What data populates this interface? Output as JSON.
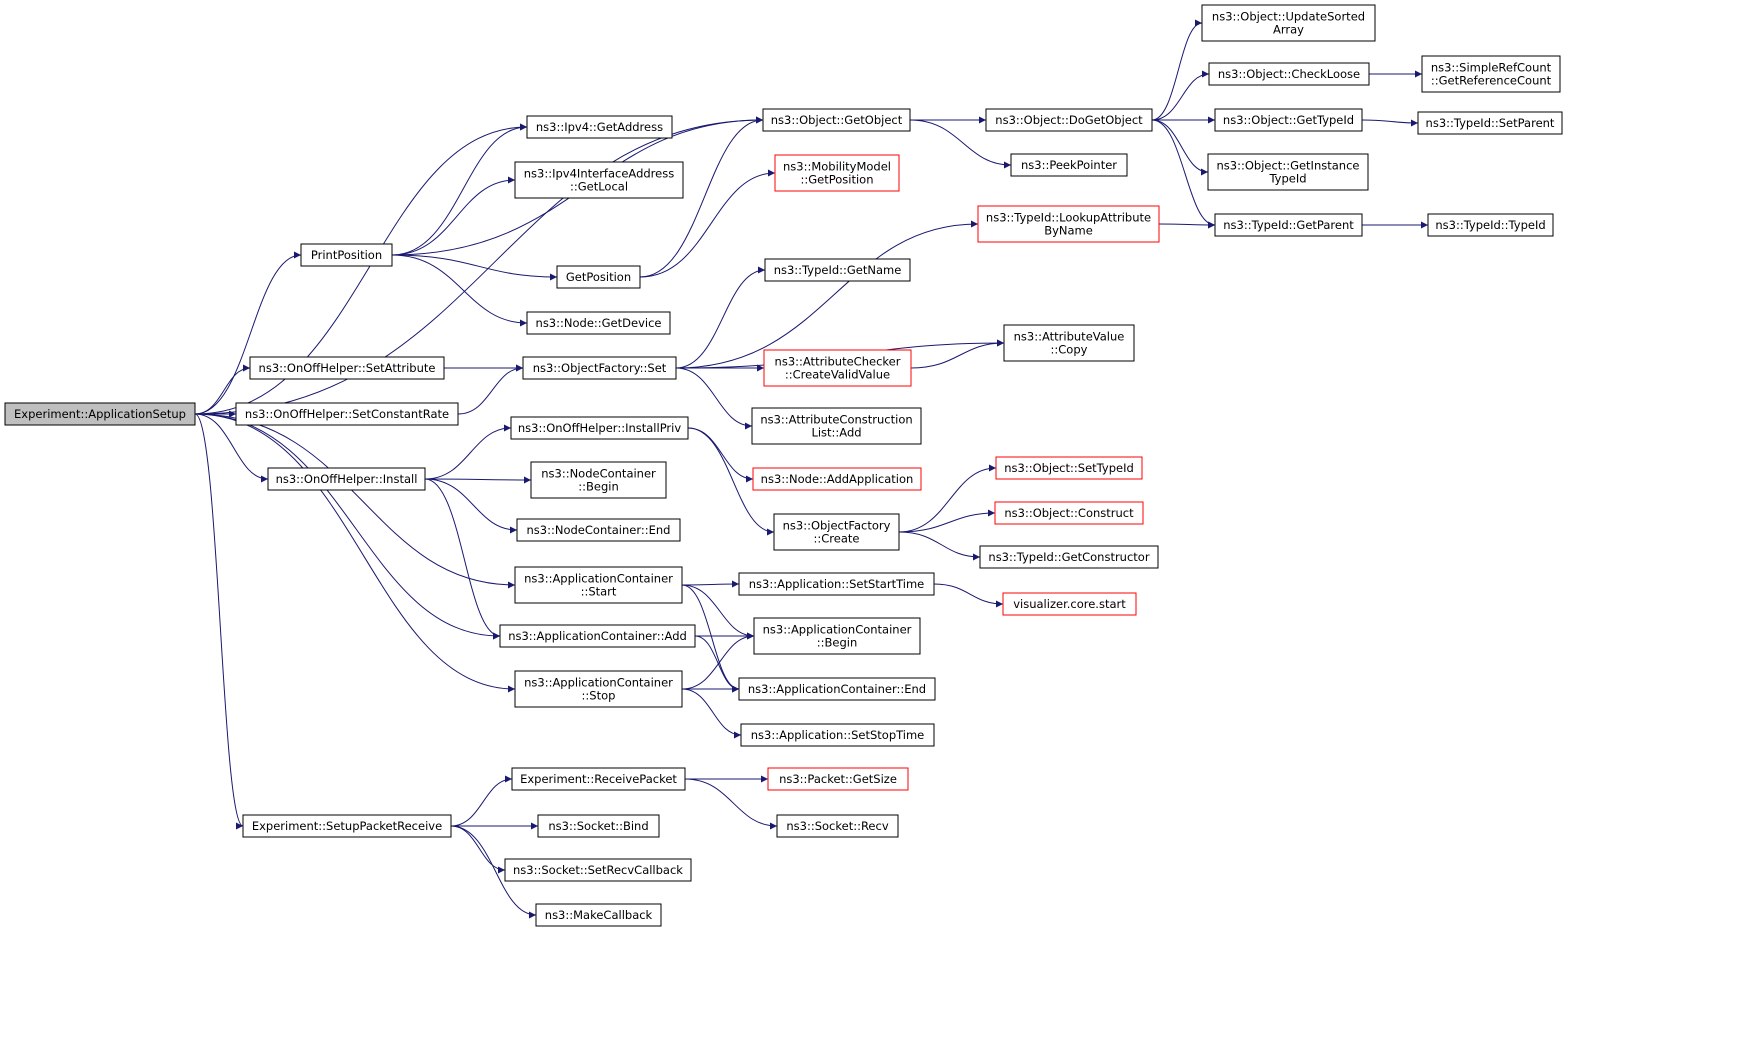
{
  "graph": {
    "nodes": [
      {
        "id": "root",
        "lines": [
          "Experiment::ApplicationSetup"
        ],
        "style": "root"
      },
      {
        "id": "printpos",
        "lines": [
          "PrintPosition"
        ],
        "style": "normal"
      },
      {
        "id": "onoff_setattr",
        "lines": [
          "ns3::OnOffHelper::SetAttribute"
        ],
        "style": "normal"
      },
      {
        "id": "onoff_setconst",
        "lines": [
          "ns3::OnOffHelper::SetConstantRate"
        ],
        "style": "normal"
      },
      {
        "id": "onoff_install",
        "lines": [
          "ns3::OnOffHelper::Install"
        ],
        "style": "normal"
      },
      {
        "id": "setup_recv",
        "lines": [
          "Experiment::SetupPacketReceive"
        ],
        "style": "normal"
      },
      {
        "id": "ipv4_getaddr",
        "lines": [
          "ns3::Ipv4::GetAddress"
        ],
        "style": "normal"
      },
      {
        "id": "ipv4if_getlocal",
        "lines": [
          "ns3::Ipv4InterfaceAddress",
          "::GetLocal"
        ],
        "style": "normal"
      },
      {
        "id": "getposition",
        "lines": [
          "GetPosition"
        ],
        "style": "normal"
      },
      {
        "id": "node_getdevice",
        "lines": [
          "ns3::Node::GetDevice"
        ],
        "style": "normal"
      },
      {
        "id": "objfactory_set",
        "lines": [
          "ns3::ObjectFactory::Set"
        ],
        "style": "normal"
      },
      {
        "id": "onoff_installpriv",
        "lines": [
          "ns3::OnOffHelper::InstallPriv"
        ],
        "style": "normal"
      },
      {
        "id": "nc_begin",
        "lines": [
          "ns3::NodeContainer",
          "::Begin"
        ],
        "style": "normal"
      },
      {
        "id": "nc_end",
        "lines": [
          "ns3::NodeContainer::End"
        ],
        "style": "normal"
      },
      {
        "id": "ac_start",
        "lines": [
          "ns3::ApplicationContainer",
          "::Start"
        ],
        "style": "normal"
      },
      {
        "id": "ac_add",
        "lines": [
          "ns3::ApplicationContainer::Add"
        ],
        "style": "normal"
      },
      {
        "id": "ac_stop",
        "lines": [
          "ns3::ApplicationContainer",
          "::Stop"
        ],
        "style": "normal"
      },
      {
        "id": "exp_recvpacket",
        "lines": [
          "Experiment::ReceivePacket"
        ],
        "style": "normal"
      },
      {
        "id": "socket_bind",
        "lines": [
          "ns3::Socket::Bind"
        ],
        "style": "normal"
      },
      {
        "id": "socket_setrecvcb",
        "lines": [
          "ns3::Socket::SetRecvCallback"
        ],
        "style": "normal"
      },
      {
        "id": "makecallback",
        "lines": [
          "ns3::MakeCallback"
        ],
        "style": "normal"
      },
      {
        "id": "obj_getobject",
        "lines": [
          "ns3::Object::GetObject"
        ],
        "style": "normal"
      },
      {
        "id": "mobility_getpos",
        "lines": [
          "ns3::MobilityModel",
          "::GetPosition"
        ],
        "style": "red"
      },
      {
        "id": "typeid_getname",
        "lines": [
          "ns3::TypeId::GetName"
        ],
        "style": "normal"
      },
      {
        "id": "attrchecker_create",
        "lines": [
          "ns3::AttributeChecker",
          "::CreateValidValue"
        ],
        "style": "red"
      },
      {
        "id": "attrconstr_add",
        "lines": [
          "ns3::AttributeConstruction",
          "List::Add"
        ],
        "style": "normal"
      },
      {
        "id": "node_addapp",
        "lines": [
          "ns3::Node::AddApplication"
        ],
        "style": "red"
      },
      {
        "id": "objfactory_create",
        "lines": [
          "ns3::ObjectFactory",
          "::Create"
        ],
        "style": "normal"
      },
      {
        "id": "app_setstart",
        "lines": [
          "ns3::Application::SetStartTime"
        ],
        "style": "normal"
      },
      {
        "id": "ac_begin",
        "lines": [
          "ns3::ApplicationContainer",
          "::Begin"
        ],
        "style": "normal"
      },
      {
        "id": "ac_end",
        "lines": [
          "ns3::ApplicationContainer::End"
        ],
        "style": "normal"
      },
      {
        "id": "app_setstop",
        "lines": [
          "ns3::Application::SetStopTime"
        ],
        "style": "normal"
      },
      {
        "id": "packet_getsize",
        "lines": [
          "ns3::Packet::GetSize"
        ],
        "style": "red"
      },
      {
        "id": "socket_recv",
        "lines": [
          "ns3::Socket::Recv"
        ],
        "style": "normal"
      },
      {
        "id": "obj_dogetobject",
        "lines": [
          "ns3::Object::DoGetObject"
        ],
        "style": "normal"
      },
      {
        "id": "peekpointer",
        "lines": [
          "ns3::PeekPointer"
        ],
        "style": "normal"
      },
      {
        "id": "typeid_lookupattr",
        "lines": [
          "ns3::TypeId::LookupAttribute",
          "ByName"
        ],
        "style": "red"
      },
      {
        "id": "attrvalue_copy",
        "lines": [
          "ns3::AttributeValue",
          "::Copy"
        ],
        "style": "normal"
      },
      {
        "id": "obj_settypeid",
        "lines": [
          "ns3::Object::SetTypeId"
        ],
        "style": "red"
      },
      {
        "id": "obj_construct",
        "lines": [
          "ns3::Object::Construct"
        ],
        "style": "red"
      },
      {
        "id": "typeid_getconstructor",
        "lines": [
          "ns3::TypeId::GetConstructor"
        ],
        "style": "normal"
      },
      {
        "id": "vis_start",
        "lines": [
          "visualizer.core.start"
        ],
        "style": "red"
      },
      {
        "id": "obj_updatesorted",
        "lines": [
          "ns3::Object::UpdateSorted",
          "Array"
        ],
        "style": "normal"
      },
      {
        "id": "obj_checkloose",
        "lines": [
          "ns3::Object::CheckLoose"
        ],
        "style": "normal"
      },
      {
        "id": "obj_gettypeid",
        "lines": [
          "ns3::Object::GetTypeId"
        ],
        "style": "normal"
      },
      {
        "id": "obj_getinstancetypeid",
        "lines": [
          "ns3::Object::GetInstance",
          "TypeId"
        ],
        "style": "normal"
      },
      {
        "id": "typeid_getparent",
        "lines": [
          "ns3::TypeId::GetParent"
        ],
        "style": "normal"
      },
      {
        "id": "simplerefcount",
        "lines": [
          "ns3::SimpleRefCount",
          "::GetReferenceCount"
        ],
        "style": "normal"
      },
      {
        "id": "typeid_setparent",
        "lines": [
          "ns3::TypeId::SetParent"
        ],
        "style": "normal"
      },
      {
        "id": "typeid_typeid",
        "lines": [
          "ns3::TypeId::TypeId"
        ],
        "style": "normal"
      }
    ],
    "edges": [
      [
        "root",
        "obj_getobject"
      ],
      [
        "root",
        "ipv4_getaddr"
      ],
      [
        "root",
        "printpos"
      ],
      [
        "root",
        "onoff_setattr"
      ],
      [
        "root",
        "onoff_setconst"
      ],
      [
        "root",
        "onoff_install"
      ],
      [
        "root",
        "ac_start"
      ],
      [
        "root",
        "ac_add"
      ],
      [
        "root",
        "ac_stop"
      ],
      [
        "root",
        "setup_recv"
      ],
      [
        "printpos",
        "ipv4_getaddr"
      ],
      [
        "printpos",
        "ipv4if_getlocal"
      ],
      [
        "printpos",
        "obj_getobject"
      ],
      [
        "printpos",
        "getposition"
      ],
      [
        "printpos",
        "node_getdevice"
      ],
      [
        "getposition",
        "obj_getobject"
      ],
      [
        "getposition",
        "mobility_getpos"
      ],
      [
        "onoff_setattr",
        "objfactory_set"
      ],
      [
        "onoff_setconst",
        "objfactory_set"
      ],
      [
        "objfactory_set",
        "typeid_lookupattr"
      ],
      [
        "objfactory_set",
        "typeid_getname"
      ],
      [
        "objfactory_set",
        "attrvalue_copy"
      ],
      [
        "objfactory_set",
        "attrchecker_create"
      ],
      [
        "objfactory_set",
        "attrconstr_add"
      ],
      [
        "attrchecker_create",
        "attrvalue_copy"
      ],
      [
        "onoff_install",
        "onoff_installpriv"
      ],
      [
        "onoff_install",
        "nc_begin"
      ],
      [
        "onoff_install",
        "nc_end"
      ],
      [
        "onoff_install",
        "ac_add"
      ],
      [
        "onoff_installpriv",
        "node_addapp"
      ],
      [
        "onoff_installpriv",
        "objfactory_create"
      ],
      [
        "objfactory_create",
        "obj_settypeid"
      ],
      [
        "objfactory_create",
        "obj_construct"
      ],
      [
        "objfactory_create",
        "typeid_getconstructor"
      ],
      [
        "ac_start",
        "app_setstart"
      ],
      [
        "ac_start",
        "ac_begin"
      ],
      [
        "ac_start",
        "ac_end"
      ],
      [
        "ac_add",
        "ac_begin"
      ],
      [
        "ac_add",
        "ac_end"
      ],
      [
        "ac_stop",
        "ac_begin"
      ],
      [
        "ac_stop",
        "ac_end"
      ],
      [
        "ac_stop",
        "app_setstop"
      ],
      [
        "app_setstart",
        "vis_start"
      ],
      [
        "setup_recv",
        "exp_recvpacket"
      ],
      [
        "setup_recv",
        "socket_bind"
      ],
      [
        "setup_recv",
        "socket_setrecvcb"
      ],
      [
        "setup_recv",
        "makecallback"
      ],
      [
        "exp_recvpacket",
        "packet_getsize"
      ],
      [
        "exp_recvpacket",
        "socket_recv"
      ],
      [
        "obj_getobject",
        "obj_dogetobject"
      ],
      [
        "obj_getobject",
        "peekpointer"
      ],
      [
        "typeid_lookupattr",
        "typeid_getparent"
      ],
      [
        "obj_dogetobject",
        "obj_updatesorted"
      ],
      [
        "obj_dogetobject",
        "obj_checkloose"
      ],
      [
        "obj_dogetobject",
        "obj_gettypeid"
      ],
      [
        "obj_dogetobject",
        "obj_getinstancetypeid"
      ],
      [
        "obj_dogetobject",
        "typeid_getparent"
      ],
      [
        "obj_checkloose",
        "simplerefcount"
      ],
      [
        "obj_gettypeid",
        "typeid_setparent"
      ],
      [
        "typeid_getparent",
        "typeid_typeid"
      ]
    ],
    "colors": {
      "edge": "#191970",
      "node_border": "#000000",
      "red_border": "#ff0000",
      "root_fill": "#bfbfbf",
      "node_fill": "#ffffff"
    }
  }
}
